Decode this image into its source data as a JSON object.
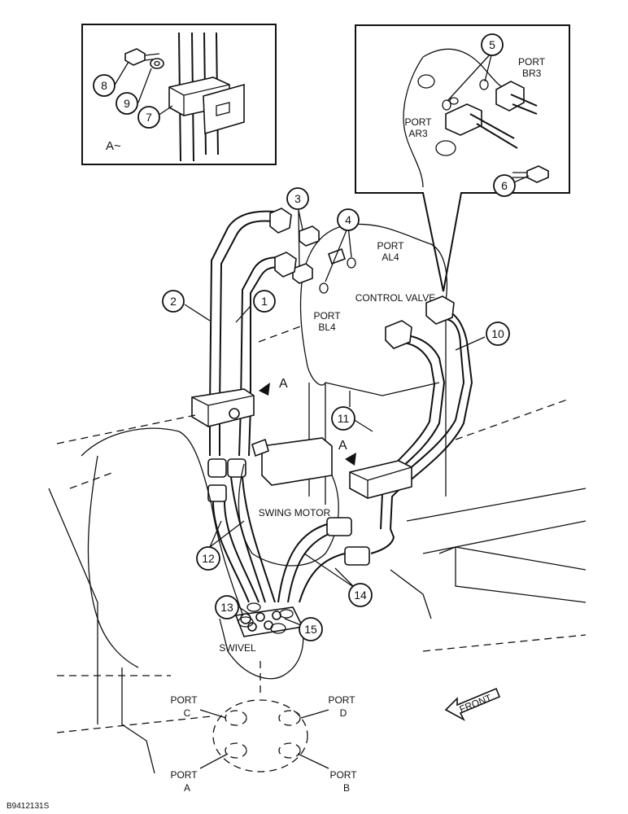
{
  "callouts": [
    "1",
    "2",
    "3",
    "4",
    "5",
    "6",
    "7",
    "8",
    "9",
    "10",
    "11",
    "12",
    "13",
    "14",
    "15"
  ],
  "detail_a_label": "A~",
  "view_a_marker": "A",
  "labels": {
    "port_br3_l1": "PORT",
    "port_br3_l2": "BR3",
    "port_ar3_l1": "PORT",
    "port_ar3_l2": "AR3",
    "port_al4_l1": "PORT",
    "port_al4_l2": "AL4",
    "port_bl4_l1": "PORT",
    "port_bl4_l2": "BL4",
    "control_valve": "CONTROL VALVE",
    "swing_motor": "SWING MOTOR",
    "swivel": "SWIVEL",
    "port_c_l1": "PORT",
    "port_c_l2": "C",
    "port_d_l1": "PORT",
    "port_d_l2": "D",
    "port_a_l1": "PORT",
    "port_a_l2": "A",
    "port_b_l1": "PORT",
    "port_b_l2": "B",
    "front": "FRONT"
  },
  "figure_id": "B9412131S"
}
